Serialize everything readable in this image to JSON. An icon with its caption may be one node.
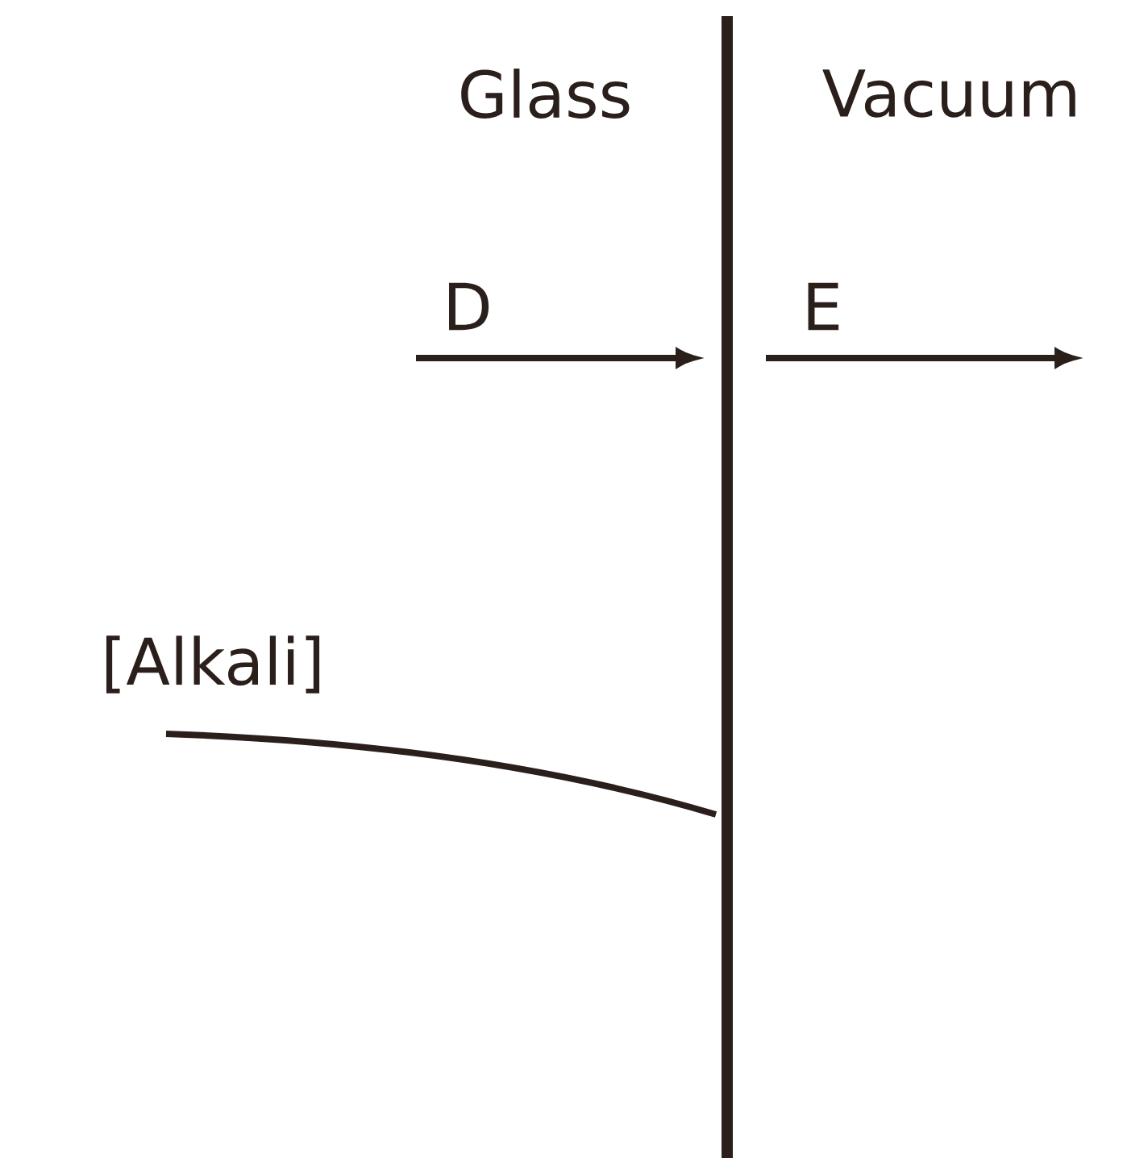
{
  "diagram": {
    "labels": [
      "Glass",
      "Vacuum",
      "D",
      "E",
      "[Alkali]"
    ]
  }
}
